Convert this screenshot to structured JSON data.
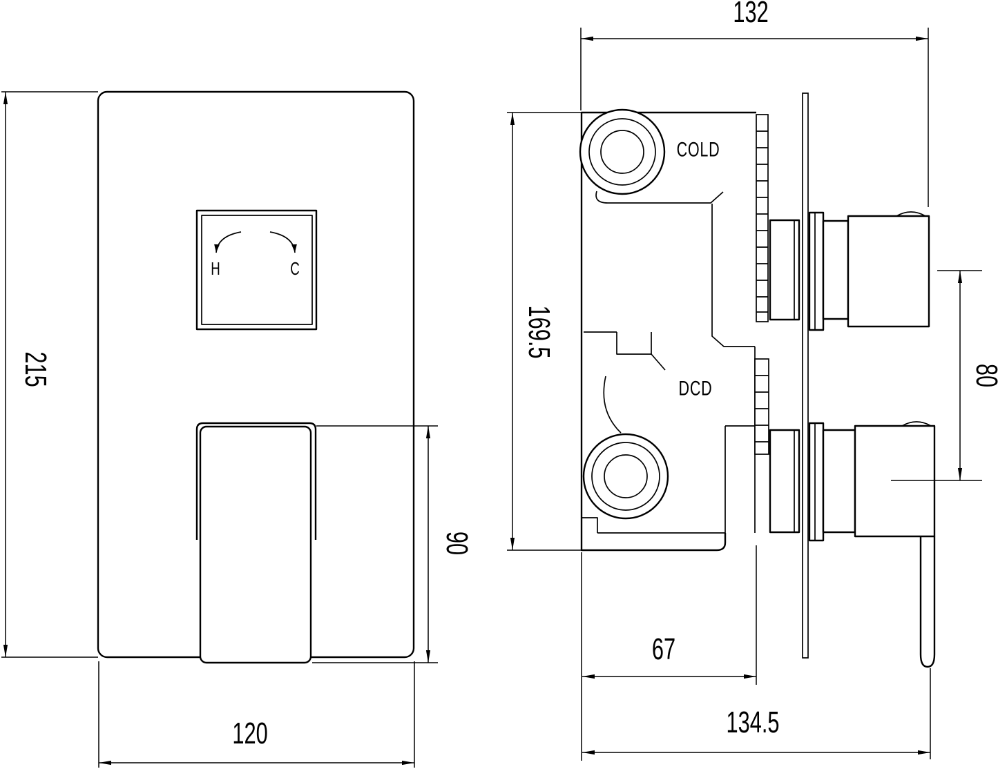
{
  "drawing": {
    "front_view": {
      "dial": {
        "hot_label": "H",
        "cold_label": "C"
      },
      "dimensions": {
        "plate_height": "215",
        "plate_width": "120",
        "handle_height": "90"
      }
    },
    "side_view": {
      "ports": {
        "top_inlet": "COLD",
        "bottom_outlet": "DCD"
      },
      "dimensions": {
        "depth_to_handle_face": "132",
        "body_height": "169.5",
        "handle_centres": "80",
        "rough_in_depth": "67",
        "overall_depth": "134.5"
      }
    },
    "colors": {
      "line": "#000000",
      "background": "#ffffff"
    }
  }
}
